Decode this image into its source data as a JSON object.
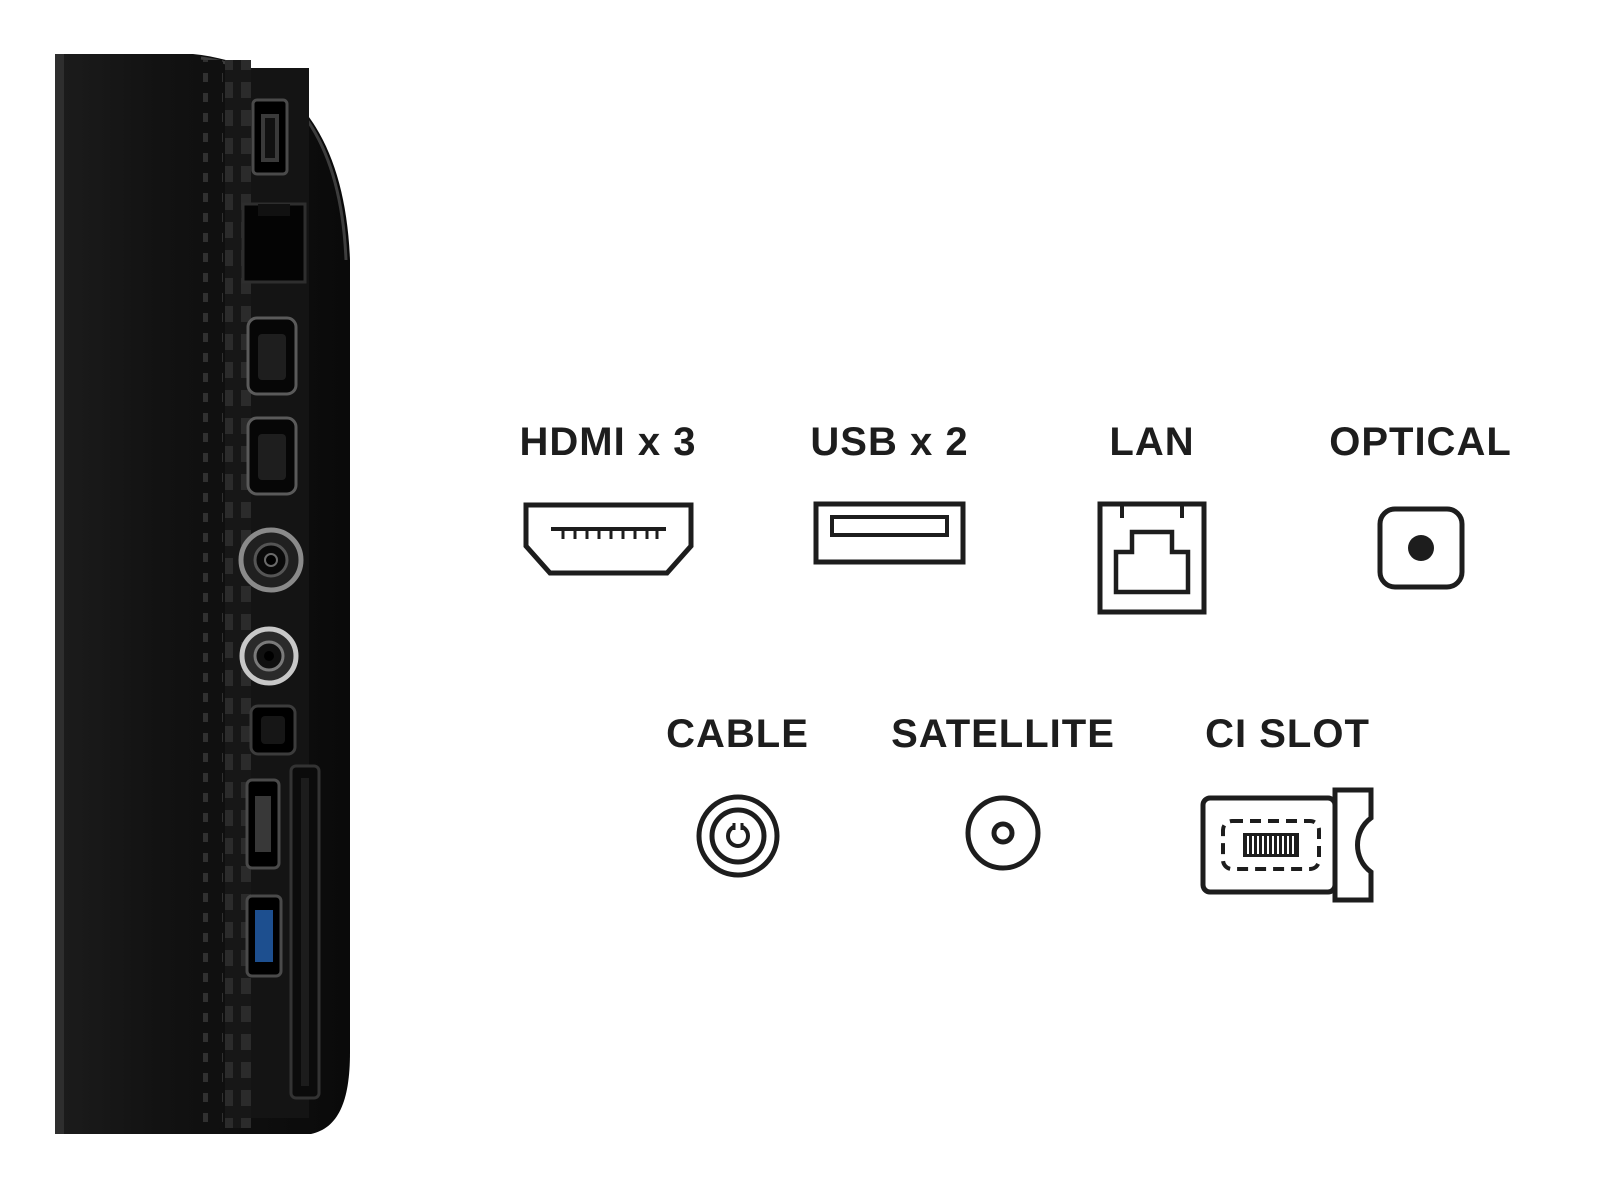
{
  "colors": {
    "ink": "#1d1d1d",
    "background": "#ffffff",
    "panel_dark": "#101010",
    "usb3_blue": "#1d4f8f"
  },
  "legend": {
    "row1": [
      {
        "label": "HDMI x 3",
        "icon": "hdmi-icon"
      },
      {
        "label": "USB x 2",
        "icon": "usb-icon"
      },
      {
        "label": "LAN",
        "icon": "lan-icon"
      },
      {
        "label": "OPTICAL",
        "icon": "optical-icon"
      }
    ],
    "row2": [
      {
        "label": "CABLE",
        "icon": "cable-icon"
      },
      {
        "label": "SATELLITE",
        "icon": "satellite-icon"
      },
      {
        "label": "CI SLOT",
        "icon": "ci-slot-icon"
      }
    ]
  }
}
